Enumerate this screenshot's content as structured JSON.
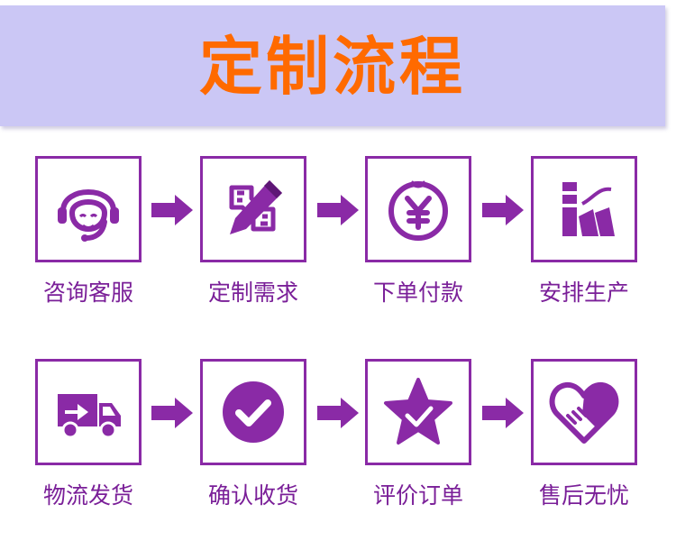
{
  "header": {
    "title": "定制流程"
  },
  "colors": {
    "accent": "#8a2aa6",
    "title": "#ff6a00",
    "banner": "#cbc7f5"
  },
  "steps": [
    {
      "label": "咨询客服",
      "icon": "customer-service-icon"
    },
    {
      "label": "定制需求",
      "icon": "pencil-ruler-icon"
    },
    {
      "label": "下单付款",
      "icon": "yen-coin-icon"
    },
    {
      "label": "安排生产",
      "icon": "production-icon"
    },
    {
      "label": "物流发货",
      "icon": "delivery-truck-icon"
    },
    {
      "label": "确认收货",
      "icon": "check-circle-icon"
    },
    {
      "label": "评价订单",
      "icon": "star-check-icon"
    },
    {
      "label": "售后无忧",
      "icon": "handshake-heart-icon"
    }
  ]
}
